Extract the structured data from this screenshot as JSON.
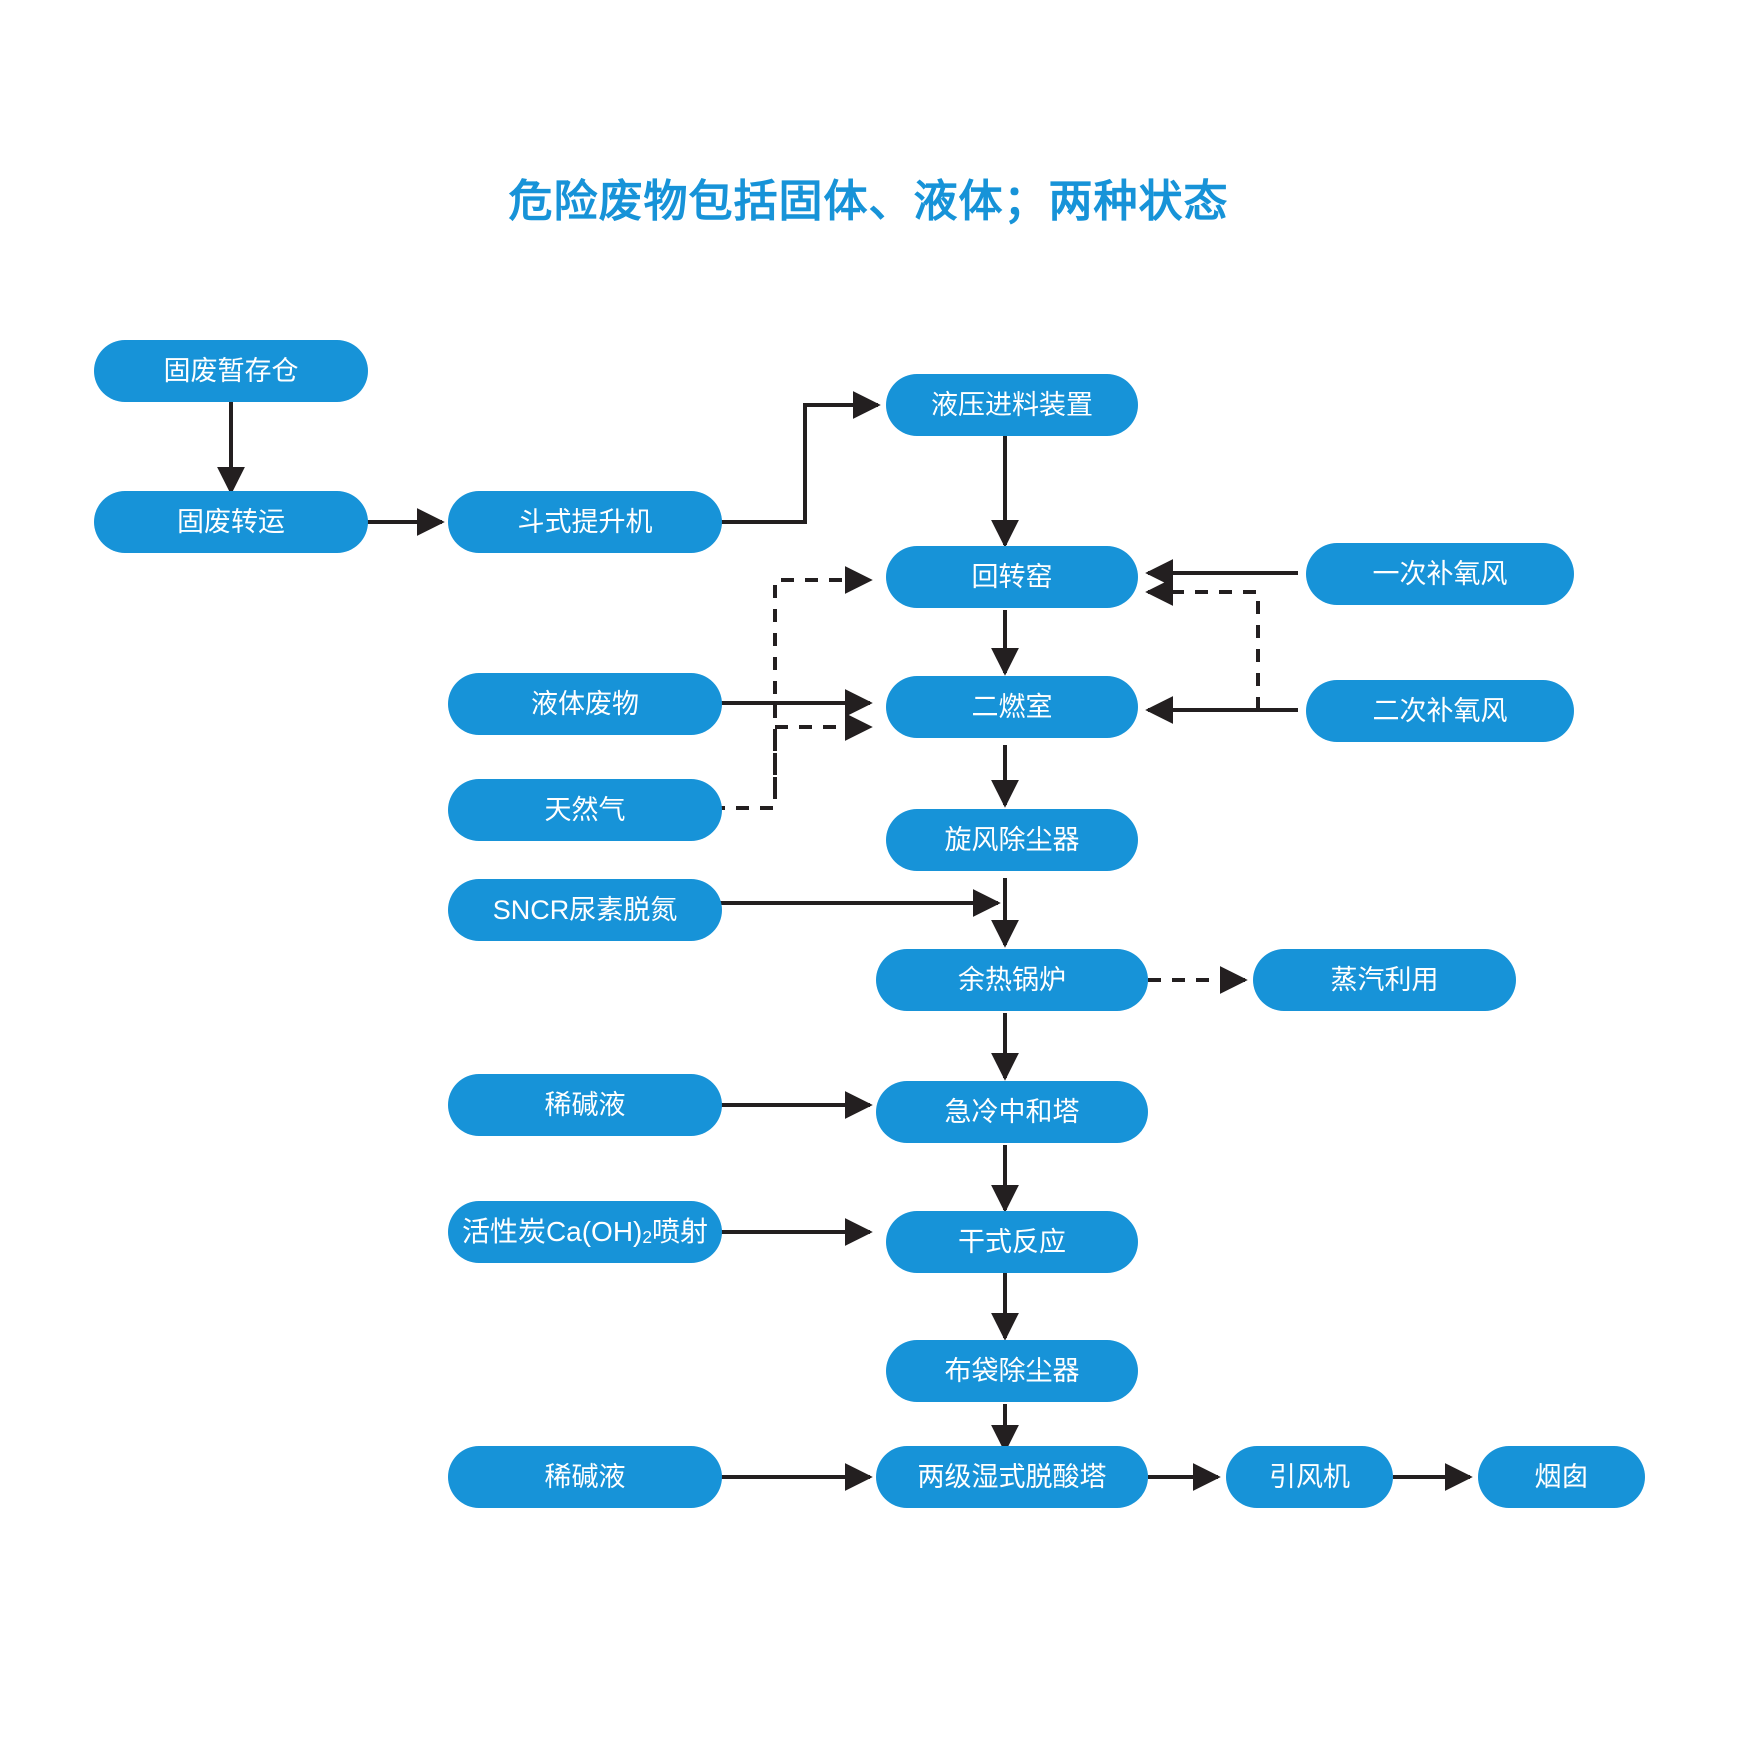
{
  "title": "危险废物包括固体、液体；两种状态",
  "theme": {
    "node_fill": "#1793d8",
    "node_text": "#ffffff",
    "title_color": "#1793d8",
    "edge_color": "#231f20",
    "background": "#ffffff"
  },
  "nodes": {
    "solid_waste_storage": "固废暂存仓",
    "solid_waste_transfer": "固废转运",
    "bucket_elevator": "斗式提升机",
    "hydraulic_feeder": "液压进料装置",
    "rotary_kiln": "回转窑",
    "primary_oxygen_air": "一次补氧风",
    "liquid_waste": "液体废物",
    "secondary_combustion_chamber": "二燃室",
    "secondary_oxygen_air": "二次补氧风",
    "natural_gas": "天然气",
    "cyclone_dust_collector": "旋风除尘器",
    "sncr_urea_denitration": "SNCR尿素脱氮",
    "waste_heat_boiler": "余热锅炉",
    "steam_utilization": "蒸汽利用",
    "dilute_alkali_liquid_1": "稀碱液",
    "quench_neutralization_tower": "急冷中和塔",
    "activated_carbon_injection_prefix": "活性炭Ca(OH)",
    "activated_carbon_injection_sub": "2",
    "activated_carbon_injection_suffix": "喷射",
    "dry_reaction": "干式反应",
    "bag_filter": "布袋除尘器",
    "dilute_alkali_liquid_2": "稀碱液",
    "two_stage_wet_deacid_tower": "两级湿式脱酸塔",
    "induced_draft_fan": "引风机",
    "chimney": "烟囱"
  },
  "edges": [
    {
      "from": "固废暂存仓",
      "to": "固废转运",
      "style": "solid"
    },
    {
      "from": "固废转运",
      "to": "斗式提升机",
      "style": "solid"
    },
    {
      "from": "斗式提升机",
      "to": "液压进料装置",
      "style": "solid"
    },
    {
      "from": "液压进料装置",
      "to": "回转窑",
      "style": "solid"
    },
    {
      "from": "一次补氧风",
      "to": "回转窑",
      "style": "solid"
    },
    {
      "from": "二次补氧风",
      "to": "回转窑",
      "style": "dashed"
    },
    {
      "from": "二次补氧风",
      "to": "二燃室",
      "style": "solid"
    },
    {
      "from": "回转窑",
      "to": "二燃室",
      "style": "solid"
    },
    {
      "from": "液体废物",
      "to": "二燃室",
      "style": "solid"
    },
    {
      "from": "天然气",
      "to": "二燃室",
      "style": "dashed"
    },
    {
      "from": "天然气",
      "to": "回转窑",
      "style": "dashed"
    },
    {
      "from": "二燃室",
      "to": "旋风除尘器",
      "style": "solid"
    },
    {
      "from": "旋风除尘器",
      "to": "余热锅炉",
      "style": "solid"
    },
    {
      "from": "SNCR尿素脱氮",
      "to": "余热锅炉",
      "style": "solid"
    },
    {
      "from": "余热锅炉",
      "to": "蒸汽利用",
      "style": "dashed"
    },
    {
      "from": "余热锅炉",
      "to": "急冷中和塔",
      "style": "solid"
    },
    {
      "from": "稀碱液",
      "to": "急冷中和塔",
      "style": "solid"
    },
    {
      "from": "急冷中和塔",
      "to": "干式反应",
      "style": "solid"
    },
    {
      "from": "活性炭Ca(OH)2喷射",
      "to": "干式反应",
      "style": "solid"
    },
    {
      "from": "干式反应",
      "to": "布袋除尘器",
      "style": "solid"
    },
    {
      "from": "布袋除尘器",
      "to": "两级湿式脱酸塔",
      "style": "solid"
    },
    {
      "from": "稀碱液",
      "to": "两级湿式脱酸塔",
      "style": "solid"
    },
    {
      "from": "两级湿式脱酸塔",
      "to": "引风机",
      "style": "solid"
    },
    {
      "from": "引风机",
      "to": "烟囱",
      "style": "solid"
    }
  ]
}
